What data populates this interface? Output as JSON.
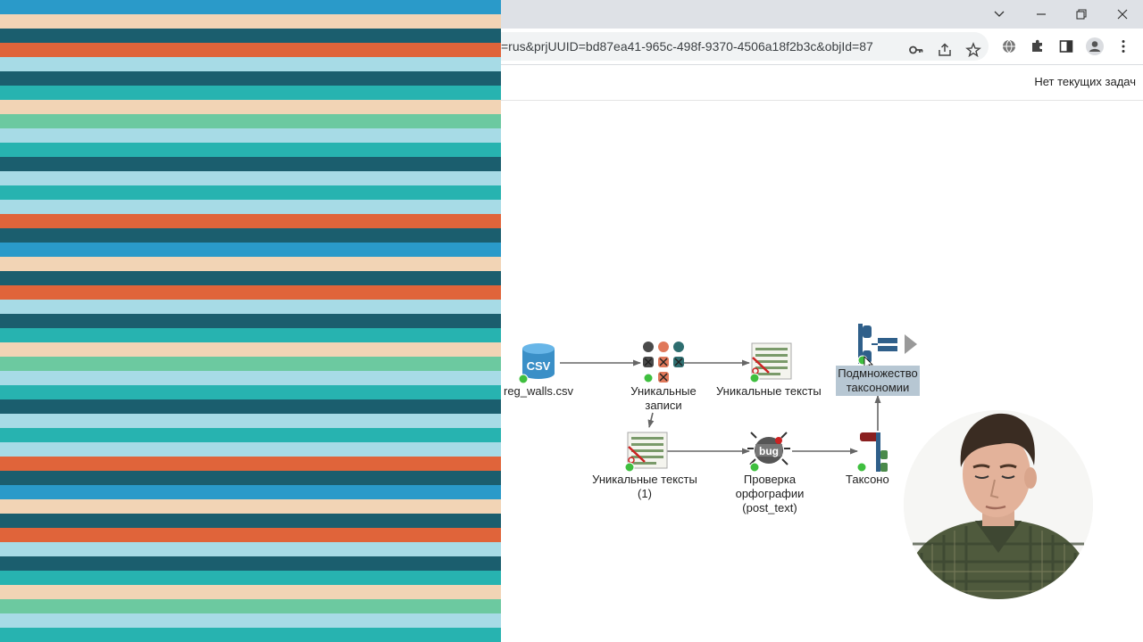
{
  "decor": {
    "stripe_colors": [
      "#2a9ac9",
      "#f2d4b5",
      "#1b5e6e",
      "#e0643a",
      "#a7dbe6",
      "#1b5e6e",
      "#27b3b0",
      "#f2d4b5",
      "#6cc9a0",
      "#a7dbe6",
      "#27b3b0",
      "#1b5e6e",
      "#a7dbe6",
      "#27b3b0",
      "#a7dbe6",
      "#e0643a",
      "#1b5e6e",
      "#2a9ac9",
      "#f2d4b5",
      "#1b5e6e",
      "#e0643a",
      "#a7dbe6",
      "#1b5e6e",
      "#27b3b0",
      "#f2d4b5",
      "#6cc9a0",
      "#a7dbe6",
      "#27b3b0",
      "#1b5e6e",
      "#a7dbe6",
      "#27b3b0",
      "#a7dbe6",
      "#e0643a",
      "#1b5e6e",
      "#2a9ac9",
      "#f2d4b5",
      "#1b5e6e",
      "#e0643a",
      "#a7dbe6",
      "#1b5e6e",
      "#27b3b0",
      "#f2d4b5",
      "#6cc9a0",
      "#a7dbe6",
      "#27b3b0"
    ]
  },
  "browser": {
    "url": "=rus&prjUUID=bd87ea41-965c-498f-9370-4506a18f2b3c&objId=87",
    "window_controls": [
      "chevron-down-icon",
      "minimize-icon",
      "restore-icon",
      "close-icon"
    ],
    "toolbar_icons": [
      "key-icon",
      "share-icon",
      "star-icon",
      "globe-icon",
      "puzzle-icon",
      "side-panel-icon",
      "profile-icon",
      "more-icon"
    ]
  },
  "header": {
    "tasks_status": "Нет текущих задач"
  },
  "workflow": {
    "nodes": {
      "csv": {
        "icon_text": "CSV",
        "label": "reg_walls.csv"
      },
      "unique_records": {
        "label_line1": "Уникальные",
        "label_line2": "записи"
      },
      "unique_texts": {
        "label": "Уникальные тексты"
      },
      "subset": {
        "label_line1": "Подмножество",
        "label_line2": "таксономии"
      },
      "unique_texts_1": {
        "label_line1": "Уникальные тексты",
        "label_line2": "(1)"
      },
      "spellcheck": {
        "icon_text": "bug",
        "label_line1": "Проверка",
        "label_line2": "орфографии",
        "label_line3": "(post_text)"
      },
      "taxonomy": {
        "label": "Таксоно"
      }
    },
    "colors": {
      "ok_dot": "#3fbf3f",
      "subset_highlight": "#b7c7d3",
      "arrow": "#666666"
    }
  }
}
